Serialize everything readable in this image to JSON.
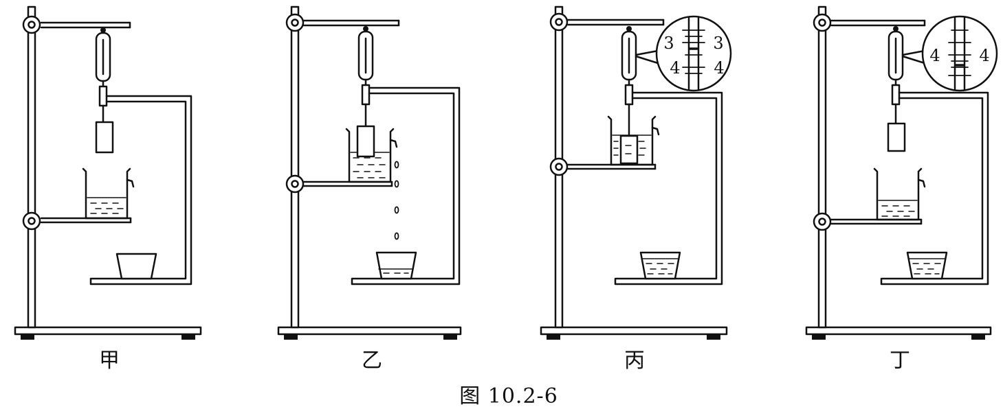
{
  "panels": [
    {
      "label": "甲"
    },
    {
      "label": "乙"
    },
    {
      "label": "丙",
      "magnifier": {
        "top": "3",
        "bottom": "4"
      }
    },
    {
      "label": "丁",
      "magnifier": {
        "top": "4",
        "bottom": "4"
      }
    }
  ],
  "caption": "图 10.2-6"
}
